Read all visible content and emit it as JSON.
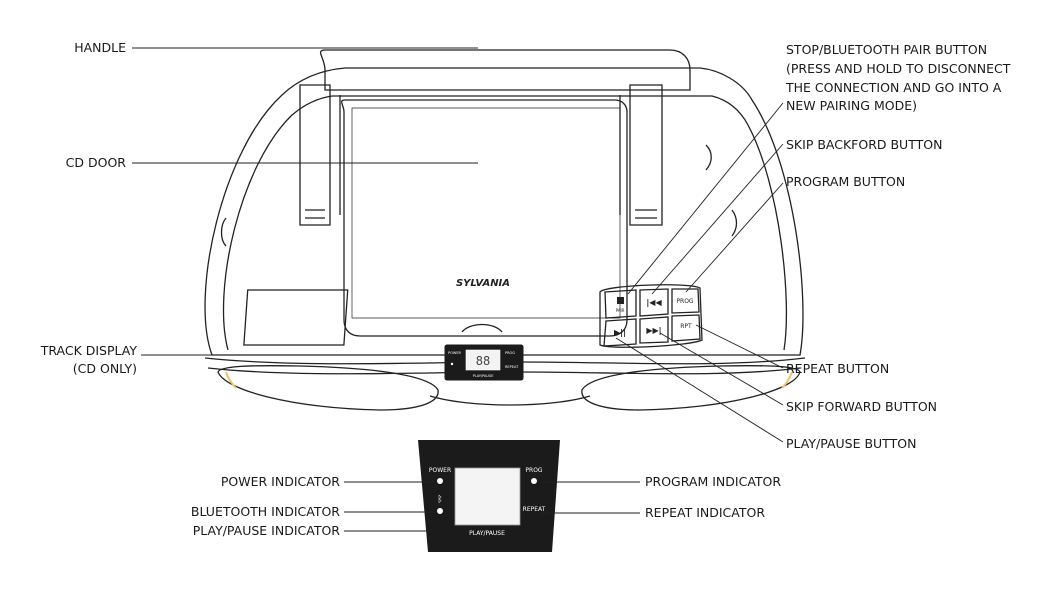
{
  "brand": "SYLVANIA",
  "labels": {
    "handle": "HANDLE",
    "cd_door": "CD DOOR",
    "track_display_1": "TRACK DISPLAY",
    "track_display_2": "(CD ONLY)",
    "stop_1": "STOP/BLUETOOTH PAIR BUTTON",
    "stop_2": "(PRESS AND HOLD TO DISCONNECT",
    "stop_3": "THE CONNECTION AND GO INTO A",
    "stop_4": "NEW PAIRING MODE)",
    "skip_back": "SKIP BACKFORD BUTTON",
    "program_button": "PROGRAM BUTTON",
    "repeat_button": "REPEAT BUTTON",
    "skip_forward": "SKIP FORWARD BUTTON",
    "play_pause_button": "PLAY/PAUSE BUTTON",
    "power_indicator": "POWER INDICATOR",
    "bluetooth_indicator": "BLUETOOTH INDICATOR",
    "play_pause_indicator": "PLAY/PAUSE INDICATOR",
    "program_indicator": "PROGRAM INDICATOR",
    "repeat_indicator": "REPEAT INDICATOR"
  },
  "buttons": {
    "prog": "PROG",
    "rpt": "RPT",
    "stop_sub": "PAIR"
  },
  "panel": {
    "power": "POWER",
    "prog": "PROG",
    "repeat": "REPEAT",
    "play_pause": "PLAY/PAUSE"
  },
  "small_display": {
    "power": "POWER",
    "prog": "PROG",
    "repeat": "REPEAT",
    "play_pause": "PLAY/PAUSE"
  }
}
